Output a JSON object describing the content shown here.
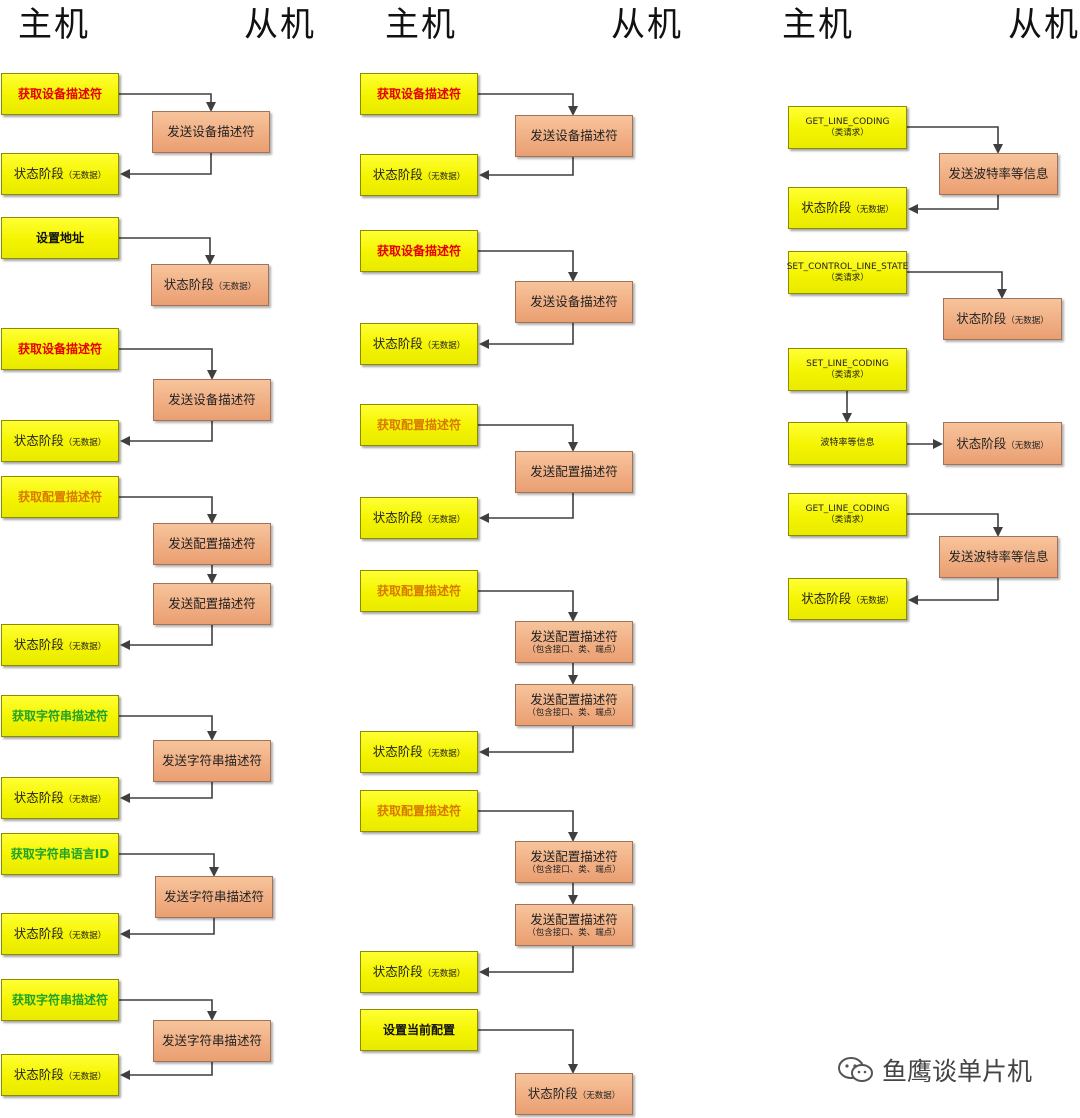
{
  "headers": {
    "host": "主机",
    "device": "从机"
  },
  "watermark": "鱼鹰谈单片机",
  "status_label": "状态阶段",
  "no_data": "（无数据）",
  "class_req": "（类请求）",
  "interface_note": "（包含接口、类、端点）",
  "col1": {
    "get_device_desc": "获取设备描述符",
    "send_device_desc": "发送设备描述符",
    "set_address": "设置地址",
    "get_config_desc": "获取配置描述符",
    "send_config_desc": "发送配置描述符",
    "get_string_desc": "获取字符串描述符",
    "send_string_desc": "发送字符串描述符",
    "get_string_lang_id": "获取字符串语言ID"
  },
  "col2": {
    "get_device_desc": "获取设备描述符",
    "send_device_desc": "发送设备描述符",
    "get_config_desc": "获取配置描述符",
    "send_config_desc": "发送配置描述符",
    "set_current_config": "设置当前配置"
  },
  "col3": {
    "get_line_coding": "GET_LINE_CODING",
    "send_baud_info": "发送波特率等信息",
    "set_control_line_state": "SET_CONTROL_LINE_STATE",
    "set_line_coding": "SET_LINE_CODING",
    "baud_info": "波特率等信息"
  },
  "colors": {
    "host_fill": "#f4f400",
    "device_fill": "#f0ad82",
    "red_text": "#e60000",
    "orange_text": "#d87a00",
    "green_text": "#21a32b",
    "line": "#3f3f3f"
  }
}
